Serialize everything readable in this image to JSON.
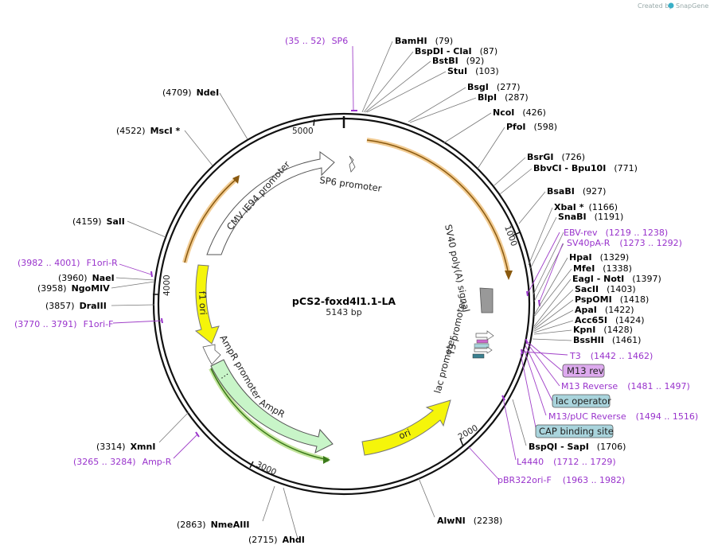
{
  "credit": {
    "text": "Created by",
    "brand": "SnapGene"
  },
  "plasmid": {
    "name": "pCS2-foxd4l1.1-LA",
    "size": "5143 bp"
  },
  "ticks": [
    "1000",
    "2000",
    "3000",
    "4000",
    "5000"
  ],
  "features": {
    "sp6_promoter": "SP6 promoter",
    "cmv_promoter": "CMV IE94 promoter",
    "sv40_polya": "SV40 poly(A) signal",
    "t3_promoter": "T3 promoter",
    "lac_promoter": "lac promoter",
    "f1_ori": "f1 ori",
    "ampr_promoter": "AmpR promoter",
    "ampr": "AmpR",
    "ori": "ori"
  },
  "sites": [
    {
      "name": "BamHI",
      "pos": "(79)"
    },
    {
      "name": "BspDI - ClaI",
      "pos": "(87)"
    },
    {
      "name": "BstBI",
      "pos": "(92)"
    },
    {
      "name": "StuI",
      "pos": "(103)"
    },
    {
      "name": "BsgI",
      "pos": "(277)"
    },
    {
      "name": "BlpI",
      "pos": "(287)"
    },
    {
      "name": "NcoI",
      "pos": "(426)"
    },
    {
      "name": "PfoI",
      "pos": "(598)"
    },
    {
      "name": "BsrGI",
      "pos": "(726)"
    },
    {
      "name": "BbvCI - Bpu10I",
      "pos": "(771)"
    },
    {
      "name": "BsaBI",
      "pos": "(927)"
    },
    {
      "name": "XbaI *",
      "pos": "(1166)"
    },
    {
      "name": "SnaBI",
      "pos": "(1191)"
    },
    {
      "name": "HpaI",
      "pos": "(1329)"
    },
    {
      "name": "MfeI",
      "pos": "(1338)"
    },
    {
      "name": "EagI - NotI",
      "pos": "(1397)"
    },
    {
      "name": "SacII",
      "pos": "(1403)"
    },
    {
      "name": "PspOMI",
      "pos": "(1418)"
    },
    {
      "name": "ApaI",
      "pos": "(1422)"
    },
    {
      "name": "Acc65I",
      "pos": "(1424)"
    },
    {
      "name": "KpnI",
      "pos": "(1428)"
    },
    {
      "name": "BssHII",
      "pos": "(1461)"
    },
    {
      "name": "BspQI - SapI",
      "pos": "(1706)"
    },
    {
      "name": "AlwNI",
      "pos": "(2238)"
    },
    {
      "name": "AhdI",
      "pos": "(2715)"
    },
    {
      "name": "NmeAIII",
      "pos": "(2863)"
    },
    {
      "name": "XmnI",
      "pos": "(3314)"
    },
    {
      "name": "DraIII",
      "pos": "(3857)"
    },
    {
      "name": "NgoMIV",
      "pos": "(3958)"
    },
    {
      "name": "NaeI",
      "pos": "(3960)"
    },
    {
      "name": "SalI",
      "pos": "(4159)"
    },
    {
      "name": "MscI *",
      "pos": "(4522)"
    },
    {
      "name": "NdeI",
      "pos": "(4709)"
    }
  ],
  "primers": [
    {
      "name": "SP6",
      "range": "(35 .. 52)"
    },
    {
      "name": "EBV-rev",
      "range": "(1219 .. 1238)"
    },
    {
      "name": "SV40pA-R",
      "range": "(1273 .. 1292)"
    },
    {
      "name": "T3",
      "range": "(1442 .. 1462)"
    },
    {
      "name": "M13 Reverse",
      "range": "(1481 .. 1497)"
    },
    {
      "name": "M13/pUC Reverse",
      "range": "(1494 .. 1516)"
    },
    {
      "name": "L4440",
      "range": "(1712 .. 1729)"
    },
    {
      "name": "pBR322ori-F",
      "range": "(1963 .. 1982)"
    },
    {
      "name": "Amp-R",
      "range": "(3265 .. 3284)"
    },
    {
      "name": "F1ori-F",
      "range": "(3770 .. 3791)"
    },
    {
      "name": "F1ori-R",
      "range": "(3982 .. 4001)"
    }
  ],
  "boxes": {
    "m13_rev": "M13 rev",
    "lac_operator": "lac operator",
    "cap_site": "CAP binding site"
  },
  "colors": {
    "primer": "#9933cc",
    "cmv_promoter_fill": "#ffffff",
    "orange_track": "#e8a23a",
    "f1_ori_fill": "#f5f50a",
    "ori_fill": "#f5f50a",
    "ampr_fill": "#c8f5c8",
    "ampr_track": "#3a7a1a",
    "polya_fill": "#999999",
    "m13_rev_fill": "#ddaaee",
    "lac_operator_fill": "#a9d4dc",
    "cap_fill": "#a9d4dc"
  }
}
